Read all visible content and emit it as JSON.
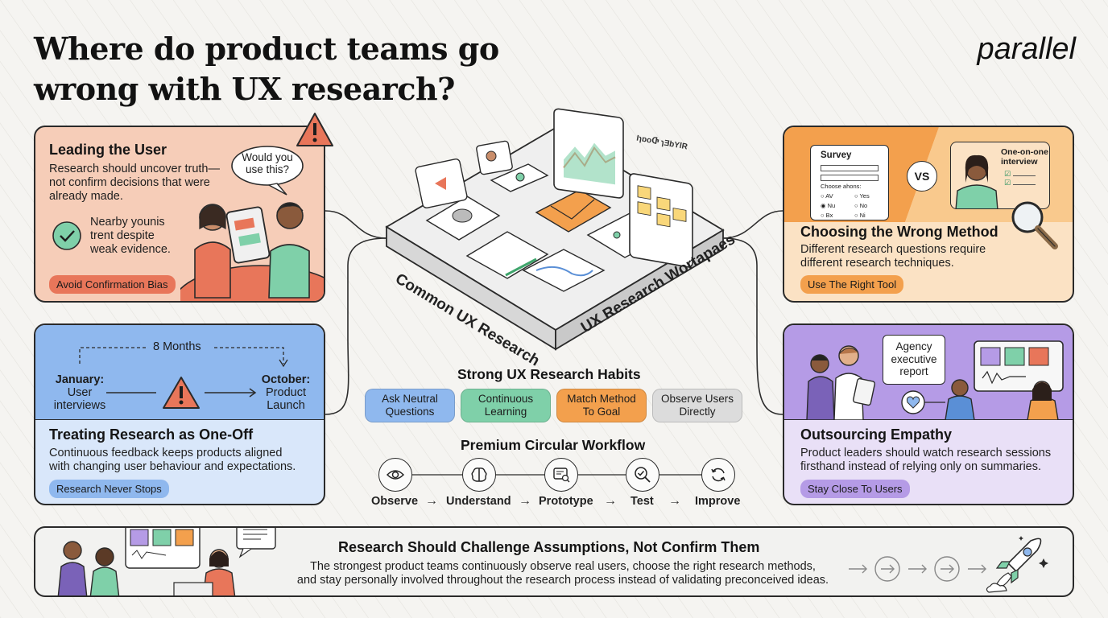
{
  "header": {
    "title_line1": "Where do product teams go",
    "title_line2": "wrong with UX research?",
    "brand": "parallel"
  },
  "colors": {
    "coral": "#f6cdb8",
    "coral_accent": "#e8765a",
    "blue": "#cfe0f7",
    "blue_header": "#8fb8ee",
    "orange": "#fbe2c4",
    "orange_accent": "#f3a04d",
    "purple": "#e6dcf5",
    "purple_header": "#b59be6",
    "green_pill": "#7fd0a9",
    "gray_pill": "#dcdcdc"
  },
  "cards": {
    "leading_user": {
      "title": "Leading the User",
      "text_line1": "Research should uncover truth—",
      "text_line2": "not confirm decisions that were",
      "text_line3": "already made.",
      "note_line1": "Nearby younis",
      "note_line2": "trent despite",
      "note_line3": "weak evidence.",
      "bubble_line1": "Would you",
      "bubble_line2": "use this?",
      "pill": "Avoid Confirmation Bias",
      "warning_icon": "warning-triangle-icon"
    },
    "one_off": {
      "timeline_span": "8 Months",
      "start_label": "January:",
      "start_sub1": "User",
      "start_sub2": "interviews",
      "end_label": "October:",
      "end_sub1": "Product",
      "end_sub2": "Launch",
      "title": "Treating Research as One-Off",
      "text_line1": "Continuous feedback keeps products aligned",
      "text_line2": "with changing user behaviour and expectations.",
      "pill": "Research Never Stops"
    },
    "wrong_method": {
      "survey_title": "Survey",
      "survey_question": "Choose ahons:",
      "opt_a1": "AV",
      "opt_a2": "Nu",
      "opt_a3": "Bx",
      "opt_b1": "Yes",
      "opt_b2": "No",
      "opt_b3": "Ni",
      "vs": "VS",
      "interview_line1": "One-on-one",
      "interview_line2": "interview",
      "title": "Choosing the Wrong Method",
      "text_line1": "Different research questions require",
      "text_line2": "different research techniques.",
      "pill": "Use The Right Tool"
    },
    "outsourcing": {
      "bubble_line1": "Agency",
      "bubble_line2": "executive",
      "bubble_line3": "report",
      "title": "Outsourcing Empathy",
      "text_line1": "Product leaders should watch research sessions",
      "text_line2": "firsthand instead of relying only on summaries.",
      "pill": "Stay Close To Users"
    }
  },
  "center": {
    "platform_left": "Common UX Research",
    "platform_right": "UX Research Wortapaes",
    "board_label": "ƖɿɒoႧ ɿƎbYlR"
  },
  "habits": {
    "heading": "Strong UX Research Habits",
    "items": [
      {
        "line1": "Ask Neutral",
        "line2": "Questions",
        "color": "#8fb8ee"
      },
      {
        "line1": "Continuous",
        "line2": "Learning",
        "color": "#7fd0a9"
      },
      {
        "line1": "Match Method",
        "line2": "To Goal",
        "color": "#f3a04d"
      },
      {
        "line1": "Observe Users",
        "line2": "Directly",
        "color": "#dcdcdc"
      }
    ]
  },
  "workflow": {
    "heading": "Premium Circular Workflow",
    "steps": [
      {
        "label": "Observe",
        "icon": "eye-icon"
      },
      {
        "label": "Understand",
        "icon": "brain-icon"
      },
      {
        "label": "Prototype",
        "icon": "prototype-screen-icon"
      },
      {
        "label": "Test",
        "icon": "magnifier-check-icon"
      },
      {
        "label": "Improve",
        "icon": "refresh-icon"
      }
    ],
    "arrow": "→"
  },
  "footer": {
    "title": "Research Should Challenge Assumptions, Not Confirm Them",
    "text_line1": "The strongest product teams continuously observe real users, choose the right research methods,",
    "text_line2": "and stay personally involved throughout the research process instead of validating preconceived ideas."
  }
}
